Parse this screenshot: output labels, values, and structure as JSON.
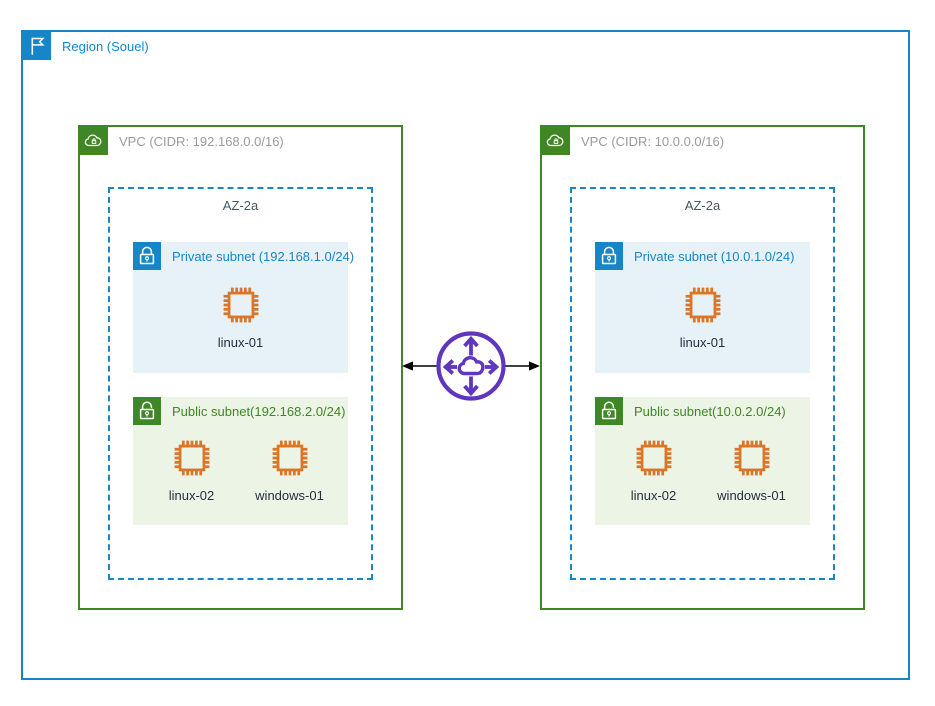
{
  "colors": {
    "region_blue": "#1786C8",
    "vpc_green": "#3F8624",
    "private_subnet_bg": "#E6F1F8",
    "public_subnet_bg": "#ECF4E6",
    "vpc_label_gray": "#9B9B9B",
    "az_label_color": "#3F5A68",
    "instance_orange": "#DB7628",
    "peering_purple": "#6036BD",
    "connector_black": "#000000",
    "instance_label_color": "#232F3E"
  },
  "region": {
    "label": "Region (Souel)",
    "icon": "flag-icon"
  },
  "peering": {
    "icon": "vpc-peering-icon"
  },
  "vpcs": [
    {
      "label": "VPC (CIDR: 192.168.0.0/16)",
      "icon": "vpc-cloud-lock-icon",
      "az": {
        "label": "AZ-2a"
      },
      "private_subnet": {
        "label": "Private subnet (192.168.1.0/24)",
        "icon": "lock-closed-icon",
        "instances": [
          {
            "name": "linux-01",
            "icon": "ec2-chip-icon"
          }
        ]
      },
      "public_subnet": {
        "label": "Public subnet(192.168.2.0/24)",
        "icon": "lock-open-icon",
        "instances": [
          {
            "name": "linux-02",
            "icon": "ec2-chip-icon"
          },
          {
            "name": "windows-01",
            "icon": "ec2-chip-icon"
          }
        ]
      }
    },
    {
      "label": "VPC (CIDR: 10.0.0.0/16)",
      "icon": "vpc-cloud-lock-icon",
      "az": {
        "label": "AZ-2a"
      },
      "private_subnet": {
        "label": "Private subnet (10.0.1.0/24)",
        "icon": "lock-closed-icon",
        "instances": [
          {
            "name": "linux-01",
            "icon": "ec2-chip-icon"
          }
        ]
      },
      "public_subnet": {
        "label": "Public subnet(10.0.2.0/24)",
        "icon": "lock-open-icon",
        "instances": [
          {
            "name": "linux-02",
            "icon": "ec2-chip-icon"
          },
          {
            "name": "windows-01",
            "icon": "ec2-chip-icon"
          }
        ]
      }
    }
  ]
}
